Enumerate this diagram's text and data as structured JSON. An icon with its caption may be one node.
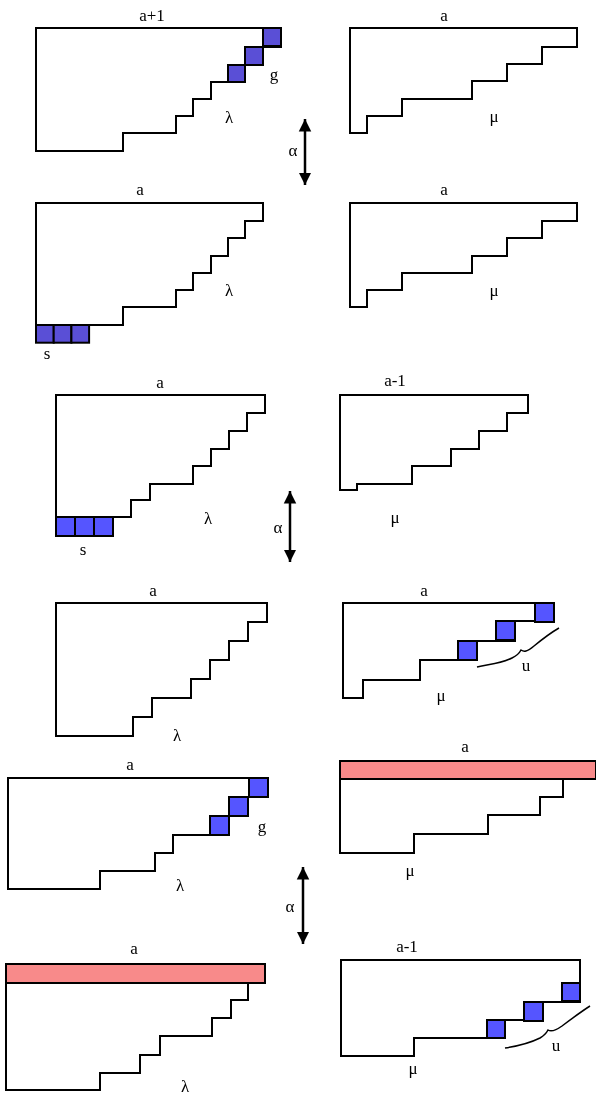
{
  "diagram": {
    "nodes": [
      {
        "text": [
          "a+1",
          "g",
          "λ"
        ]
      },
      {
        "text": [
          "a",
          "μ"
        ]
      },
      {
        "text": [
          "a",
          "λ",
          "s"
        ]
      },
      {
        "text": [
          "a",
          "μ"
        ]
      },
      {
        "text": [
          "a",
          "λ",
          "s"
        ]
      },
      {
        "text": [
          "a-1",
          "μ"
        ]
      },
      {
        "text": [
          "a",
          "λ"
        ]
      },
      {
        "text": [
          "a",
          "u",
          "μ"
        ]
      },
      {
        "text": [
          "a",
          "g",
          "λ"
        ]
      },
      {
        "text": [
          "a",
          "μ"
        ]
      },
      {
        "text": [
          "a",
          "λ"
        ]
      },
      {
        "text": [
          "a-1",
          "u",
          "μ"
        ]
      }
    ],
    "labels": [
      "α",
      "α",
      "α"
    ]
  }
}
